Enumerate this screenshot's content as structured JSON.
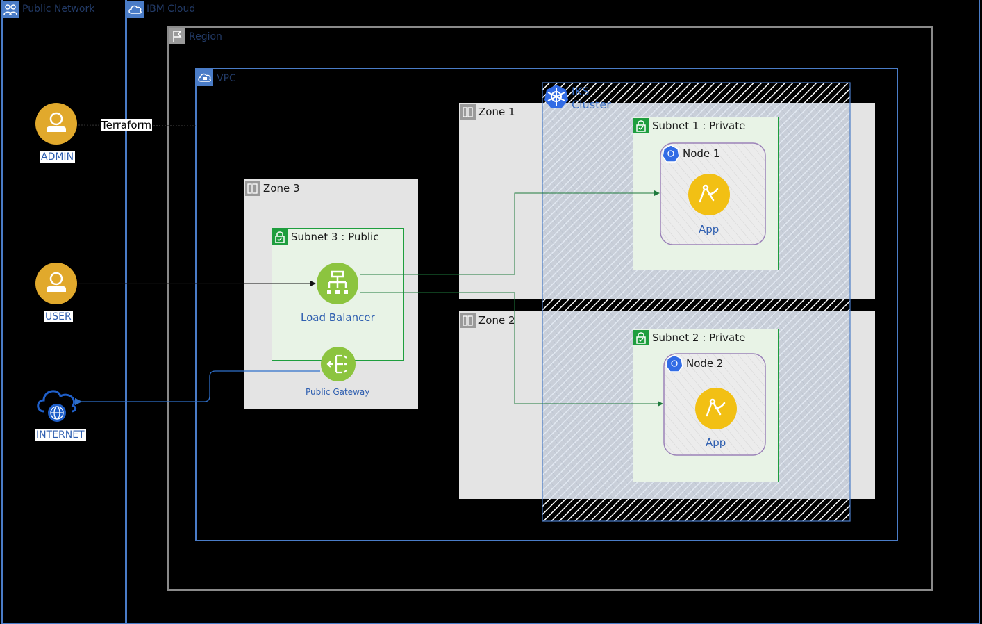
{
  "containers": {
    "public_network": "Public Network",
    "ibm_cloud": "IBM Cloud",
    "region": "Region",
    "vpc": "VPC",
    "cluster": "IKS\nCluster",
    "cluster_line1": "IKS",
    "cluster_line2": "Cluster",
    "zone1": "Zone 1",
    "zone2": "Zone 2",
    "zone3": "Zone 3",
    "subnet1": "Subnet 1 : Private",
    "subnet2": "Subnet 2 : Private",
    "subnet3": "Subnet 3 : Public",
    "node1": "Node 1",
    "node2": "Node 2"
  },
  "actors": {
    "admin": "ADMIN",
    "user": "USER",
    "internet": "INTERNET"
  },
  "components": {
    "load_balancer": "Load Balancer",
    "public_gateway": "Public Gateway",
    "app1": "App",
    "app2": "App"
  },
  "edges": {
    "terraform": "Terraform"
  },
  "colors": {
    "background": "#000000",
    "blue_border": "#4a7cc7",
    "zone_fill": "#e4e4e4",
    "subnet_fill": "#e8f3e6",
    "subnet_border": "#1e9e3e",
    "node_border": "#9b82b8",
    "lb_green": "#8cc43f",
    "app_yellow": "#f2c014",
    "person_yellow": "#e1a92c",
    "arrow_green": "#1e7a3c",
    "arrow_blue": "#2f6fc9"
  },
  "icons": {
    "public_network": "people-network-icon",
    "ibm_cloud": "cloud-icon",
    "region": "flag-icon",
    "vpc": "vpc-cloud-icon",
    "cluster": "kubernetes-icon",
    "zone": "datacenter-icon",
    "subnet": "lock-icon",
    "node": "kubernetes-node-icon",
    "load_balancer": "load-balancer-icon",
    "public_gateway": "gateway-icon",
    "app": "compass-app-icon",
    "person": "user-icon",
    "internet": "globe-cloud-icon"
  }
}
